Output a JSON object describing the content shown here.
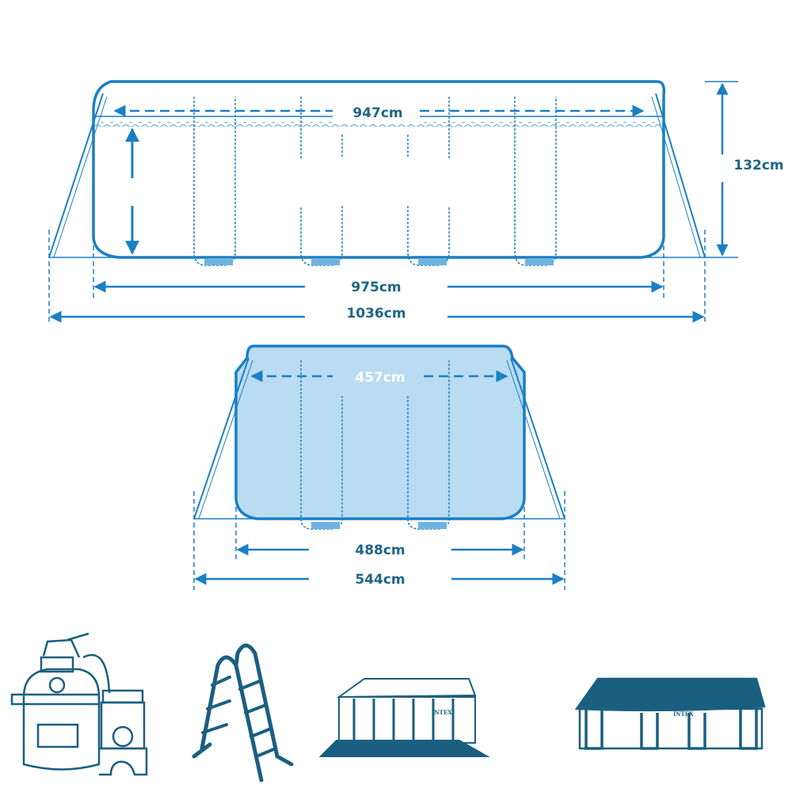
{
  "colors": {
    "line": "#1a7fc4",
    "text": "#1e6485",
    "fill": "#b9dcf2",
    "accessory": "#1a5f80"
  },
  "side_view": {
    "inner_length": "947cm",
    "height": "132cm",
    "base_length": "975cm",
    "overall_length": "1036cm"
  },
  "end_view": {
    "inner_width": "457cm",
    "base_width": "488cm",
    "overall_width": "544cm"
  },
  "accessories": {
    "items": [
      {
        "name": "sand-filter-pump-icon"
      },
      {
        "name": "ladder-icon"
      },
      {
        "name": "ground-cloth-pool-icon",
        "logo": "INTEX"
      },
      {
        "name": "pool-cover-icon",
        "logo": "INTEX"
      }
    ]
  }
}
